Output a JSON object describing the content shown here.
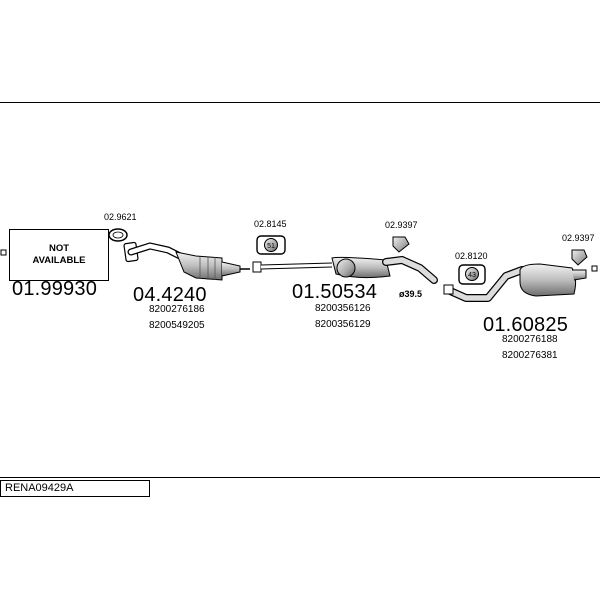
{
  "reference": "RENA09429A",
  "sections": [
    {
      "part": "01.99930",
      "status_line1": "NOT",
      "status_line2": "AVAILABLE",
      "oem": []
    },
    {
      "part": "04.4240",
      "oem": [
        "8200276186",
        "8200549205"
      ]
    },
    {
      "part": "01.50534",
      "oem": [
        "8200356126",
        "8200356129"
      ],
      "diameter": "ø39.5"
    },
    {
      "part": "01.60825",
      "oem": [
        "8200276188",
        "8200276381"
      ]
    }
  ],
  "accessories": [
    {
      "code": "02.9621"
    },
    {
      "code": "02.8145",
      "badge": "51"
    },
    {
      "code": "02.9397"
    },
    {
      "code": "02.8120",
      "badge": "43"
    },
    {
      "code": "02.9397"
    }
  ],
  "colors": {
    "line": "#000000",
    "part_fill": "#d9d9d9",
    "part_dark": "#7a7a7a"
  }
}
